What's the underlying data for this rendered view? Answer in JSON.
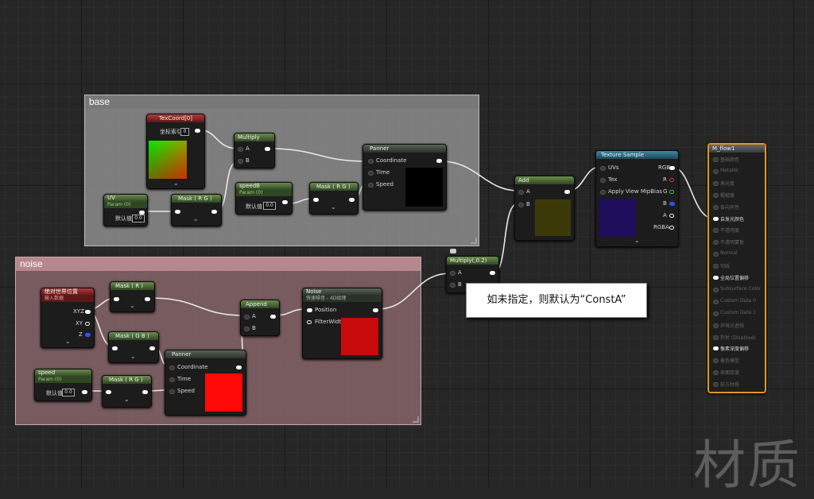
{
  "comments": {
    "base": "base",
    "noise": "noise"
  },
  "nodes": {
    "texcoord": {
      "title": "TexCoord[0]",
      "param_label": "坐标索引",
      "param_value": "0"
    },
    "multiply": {
      "title": "Multiply",
      "pin_a": "A",
      "pin_b": "B"
    },
    "panner_top": {
      "title": "Panner",
      "pin_coordinate": "Coordinate",
      "pin_time": "Time",
      "pin_speed": "Speed"
    },
    "uv": {
      "title": "UV",
      "subtitle": "Param (0)",
      "default_label": "默认值",
      "default_value": "0.0"
    },
    "mask_rg_top": {
      "title": "Mask ( R G )"
    },
    "speedb": {
      "title": "speedB",
      "subtitle": "Param (0)",
      "default_label": "默认值",
      "default_value": "0.0"
    },
    "mask_r_top": {
      "title": "Mask ( R G )"
    },
    "add": {
      "title": "Add",
      "pin_a": "A",
      "pin_b": "B"
    },
    "texture_sample": {
      "title": "Texture Sample",
      "pin_uvs": "UVs",
      "pin_tex": "Tex",
      "pin_apply": "Apply View MipBias",
      "out_rgb": "RGB",
      "out_r": "R",
      "out_g": "G",
      "out_b": "B",
      "out_a": "A",
      "out_rgba": "RGBA"
    },
    "multiply_02": {
      "title": "Multiply(,0.2)",
      "pin_a": "A",
      "pin_b": "B"
    },
    "abs_world_pos": {
      "title": "绝对世界位置",
      "subtitle": "输入数据",
      "out_xyz": "XYZ",
      "out_xy": "XY",
      "out_z": "Z"
    },
    "mask_r": {
      "title": "Mask ( R )"
    },
    "mask_gb": {
      "title": "Mask ( G B )"
    },
    "append": {
      "title": "Append",
      "pin_a": "A",
      "pin_b": "B"
    },
    "noise_node": {
      "title": "Noise",
      "subtitle": "快速噪音 - 4D纹理",
      "pin_position": "Position",
      "pin_filterwidth": "FilterWidth"
    },
    "speed": {
      "title": "speed",
      "subtitle": "Param (0)",
      "default_label": "默认值",
      "default_value": "0.0"
    },
    "mask_rg_bottom": {
      "title": "Mask ( R G )"
    },
    "panner_bottom": {
      "title": "Panner",
      "pin_coordinate": "Coordinate",
      "pin_time": "Time",
      "pin_speed": "Speed"
    }
  },
  "result_node": {
    "title": "M_flow1",
    "outputs": [
      {
        "label": "基础颜色",
        "active": false
      },
      {
        "label": "Metallic",
        "active": false
      },
      {
        "label": "高光度",
        "active": false
      },
      {
        "label": "粗糙度",
        "active": false
      },
      {
        "label": "各向异性",
        "active": false
      },
      {
        "label": "自发光颜色",
        "active": true
      },
      {
        "label": "不透明度",
        "active": false
      },
      {
        "label": "不透明蒙板",
        "active": false
      },
      {
        "label": "Normal",
        "active": false
      },
      {
        "label": "切线",
        "active": false
      },
      {
        "label": "全局位置偏移",
        "active": true
      },
      {
        "label": "Subsurface Color",
        "active": false
      },
      {
        "label": "Custom Data 0",
        "active": false
      },
      {
        "label": "Custom Data 1",
        "active": false
      },
      {
        "label": "环境光遮挡",
        "active": false
      },
      {
        "label": "折射 (Disabled)",
        "active": false
      },
      {
        "label": "像素深度偏移",
        "active": true
      },
      {
        "label": "着色模型",
        "active": false
      },
      {
        "label": "表面厚度",
        "active": false
      },
      {
        "label": "前方材质",
        "active": false
      }
    ]
  },
  "tooltip": "如未指定，则默认为“ConstA”",
  "watermark": "材质",
  "colors": {
    "comment_base": "#8a8a8a",
    "comment_noise": "#8b6a6e",
    "result_border": "#e0951f",
    "wire": "#e8e8e8"
  }
}
